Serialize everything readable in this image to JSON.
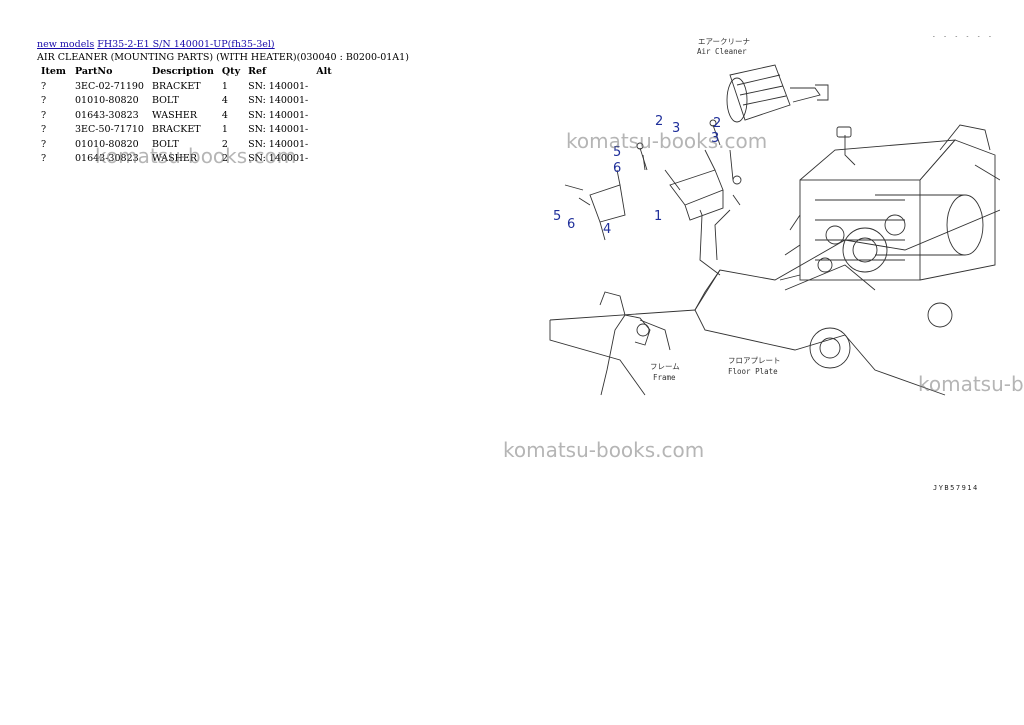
{
  "breadcrumb": {
    "new_models": "new models",
    "model": "FH35-2-E1 S/N 140001-UP(fh35-3el)"
  },
  "page_title": "AIR CLEANER (MOUNTING PARTS) (WITH HEATER)(030040 : B0200-01A1)",
  "table": {
    "headers": {
      "item": "Item",
      "partno": "PartNo",
      "description": "Description",
      "qty": "Qty",
      "ref": "Ref",
      "alt": "Alt"
    },
    "rows": [
      {
        "item": "?",
        "partno": "3EC-02-71190",
        "description": "BRACKET",
        "qty": "1",
        "ref": "SN: 140001-",
        "alt": ""
      },
      {
        "item": "?",
        "partno": "01010-80820",
        "description": "BOLT",
        "qty": "4",
        "ref": "SN: 140001-",
        "alt": ""
      },
      {
        "item": "?",
        "partno": "01643-30823",
        "description": "WASHER",
        "qty": "4",
        "ref": "SN: 140001-",
        "alt": ""
      },
      {
        "item": "?",
        "partno": "3EC-50-71710",
        "description": "BRACKET",
        "qty": "1",
        "ref": "SN: 140001-",
        "alt": ""
      },
      {
        "item": "?",
        "partno": "01010-80820",
        "description": "BOLT",
        "qty": "2",
        "ref": "SN: 140001-",
        "alt": ""
      },
      {
        "item": "?",
        "partno": "01643-30823",
        "description": "WASHER",
        "qty": "2",
        "ref": "SN: 140001-",
        "alt": ""
      }
    ]
  },
  "watermark": "komatsu-books.com",
  "watermark_clipped": "komatsu-b",
  "diagram": {
    "label_air_cleaner_jp": "エアークリーナ",
    "label_air_cleaner": "Air Cleaner",
    "label_floor_plate_jp": "フロアプレート",
    "label_floor_plate": "Floor Plate",
    "label_frame_jp": "フレーム",
    "label_frame": "Frame",
    "callouts": [
      "1",
      "2",
      "3",
      "2",
      "3",
      "5",
      "6",
      "5",
      "6",
      "4"
    ],
    "callout_color": "#1f2f9a"
  },
  "ref_code": "JYB57914",
  "top_code": "- - - - - -"
}
